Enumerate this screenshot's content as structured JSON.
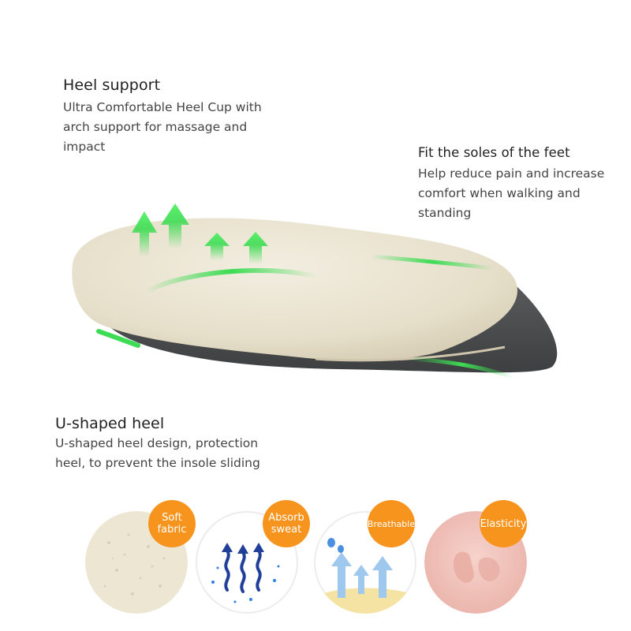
{
  "features": {
    "heel_support": {
      "title": "Heel support",
      "description": "Ultra Comfortable Heel Cup with\narch support for massage and\nimpact"
    },
    "fit_soles": {
      "title": "Fit the soles of the feet",
      "description": "Help reduce pain and increase\ncomfort when walking and\nstanding"
    },
    "u_shaped": {
      "title": "U-shaped heel",
      "description": "U-shaped heel design, protection\nheel, to prevent the insole sliding"
    }
  },
  "badges": [
    {
      "label": "Soft\nfabric",
      "icon": "fabric-texture-icon"
    },
    {
      "label": "Absorb\nsweat",
      "icon": "sweat-wave-icon"
    },
    {
      "label": "Breathable",
      "icon": "breathable-arrows-icon"
    },
    {
      "label": "Elasticity",
      "icon": "foam-elastic-icon"
    }
  ],
  "colors": {
    "accent_orange": "#f7941e",
    "arrow_green": "#3ddc54",
    "fabric_beige": "#e8e2cf",
    "sole_gray": "#4f5152",
    "foam_pink": "#f3c9c2"
  }
}
